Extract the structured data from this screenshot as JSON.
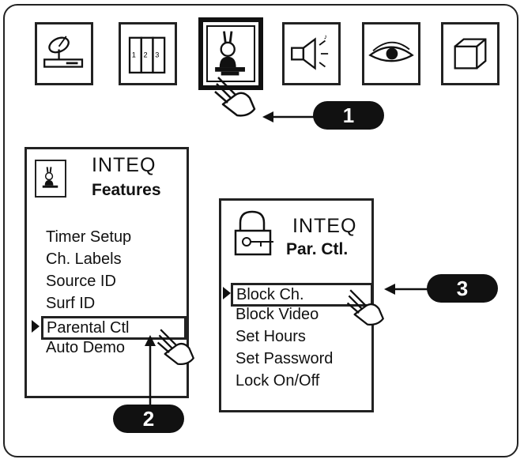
{
  "toolbar": {
    "icons": [
      {
        "name": "satellite-setup-icon"
      },
      {
        "name": "channel-books-icon"
      },
      {
        "name": "features-rabbit-icon"
      },
      {
        "name": "audio-speaker-icon"
      },
      {
        "name": "picture-eye-icon"
      },
      {
        "name": "cube-icon"
      }
    ]
  },
  "features_panel": {
    "brand": "INTEQ",
    "title": "Features",
    "items": [
      "Timer Setup",
      "Ch. Labels",
      "Source ID",
      "Surf ID",
      "Parental Ctl",
      "Auto Demo"
    ],
    "selected_index": 4
  },
  "parctl_panel": {
    "brand": "INTEQ",
    "title": "Par. Ctl.",
    "items": [
      "Block Ch.",
      "Block Video",
      "Set Hours",
      "Set Password",
      "Lock On/Off"
    ],
    "selected_index": 0
  },
  "callouts": {
    "step1": "1",
    "step2": "2",
    "step3": "3"
  },
  "colors": {
    "ink": "#111111",
    "background": "#ffffff"
  }
}
